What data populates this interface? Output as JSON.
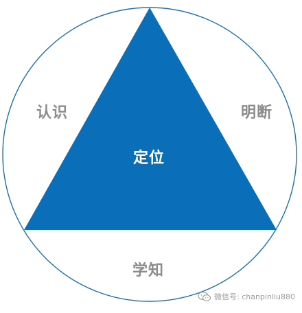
{
  "diagram": {
    "center_label": "定位",
    "left_label": "认识",
    "right_label": "明断",
    "bottom_label": "学知"
  },
  "watermark": {
    "text": "微信号: chanpinliu880",
    "icon": "wechat-icon"
  },
  "colors": {
    "triangle_fill": "#0a6fb8",
    "circle_stroke": "#1f6fae",
    "label_gray": "#8c8c8c",
    "center_text": "#ffffff",
    "watermark_text": "#9a9a9a"
  }
}
